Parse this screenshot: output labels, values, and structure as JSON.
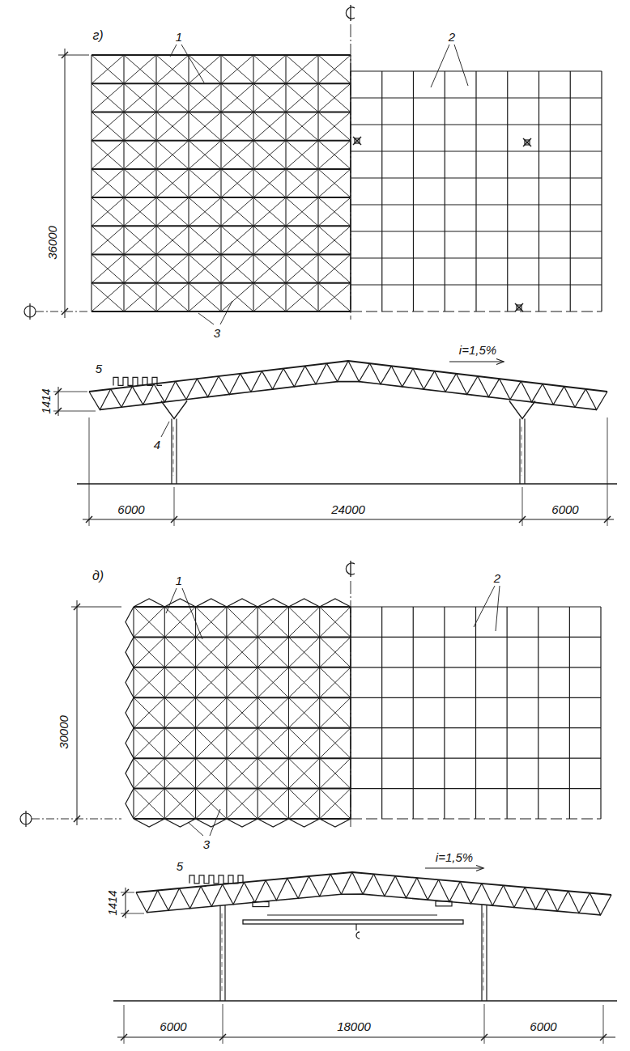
{
  "diagram": {
    "labels": [
      "г)",
      "1",
      "2",
      "36000",
      "3",
      "5",
      "1414",
      "i=1,5%",
      "4",
      "6000",
      "24000",
      "6000",
      "д)",
      "1",
      "2",
      "30000",
      "3",
      "5",
      "1414",
      "i=1,5%",
      "6000",
      "18000",
      "6000"
    ]
  }
}
